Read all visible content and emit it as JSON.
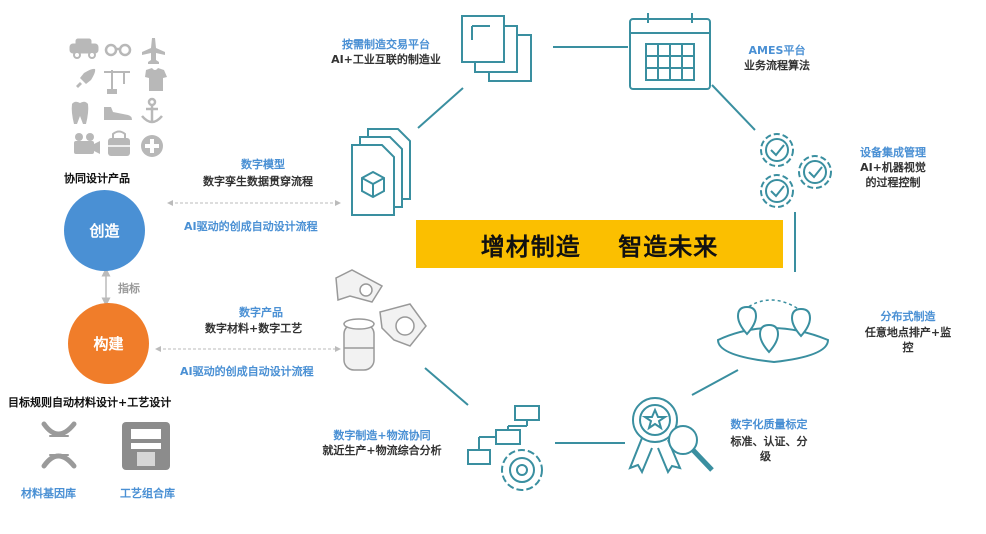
{
  "hub": {
    "left_top": "协同设计产品",
    "create": "创造",
    "indicator": "指标",
    "build": "构建",
    "left_bottom": "目标规则自动材料设计+工艺设计",
    "material_lib": "材料基因库",
    "process_lib": "工艺组合库"
  },
  "banner": {
    "left": "增材制造",
    "right": "智造未来"
  },
  "nodes": {
    "platform": {
      "title": "按需制造交易平台",
      "sub": "AI+工业互联的制造业"
    },
    "ames": {
      "title": "AMES平台",
      "sub": "业务流程算法"
    },
    "device": {
      "title": "设备集成管理",
      "sub1": "AI+机器视觉",
      "sub2": "的过程控制"
    },
    "digital_model": {
      "title": "数字模型",
      "sub": "数字孪生数据贯穿流程",
      "ai": "AI驱动的创成自动设计流程"
    },
    "digital_product": {
      "title": "数字产品",
      "sub": "数字材料+数字工艺",
      "ai": "AI驱动的创成自动设计流程"
    },
    "distributed": {
      "title": "分布式制造",
      "sub1": "任意地点排产+监",
      "sub2": "控"
    },
    "logistics": {
      "title": "数字制造+物流协同",
      "sub": "就近生产+物流综合分析"
    },
    "quality": {
      "title": "数字化质量标定",
      "sub1": "标准、认证、分",
      "sub2": "级"
    }
  },
  "colors": {
    "accent": "#4a90d4",
    "create": "#4a90d4",
    "build": "#f07d2a",
    "banner": "#fbbf00",
    "icon": "#b8b8b8",
    "line": "#3a8fa0"
  },
  "icons": [
    "car-icon",
    "glasses-icon",
    "airplane-icon",
    "rocket-icon",
    "crane-icon",
    "tshirt-icon",
    "tooth-icon",
    "shoe-icon",
    "anchor-icon",
    "camera-icon",
    "bag-icon",
    "medical-icon",
    "dna-icon",
    "printer-icon",
    "windows-icon",
    "calendar-icon",
    "gears-icon",
    "files-cube-icon",
    "parts-icon",
    "map-pins-icon",
    "flowchart-gear-icon",
    "quality-badge-icon"
  ]
}
